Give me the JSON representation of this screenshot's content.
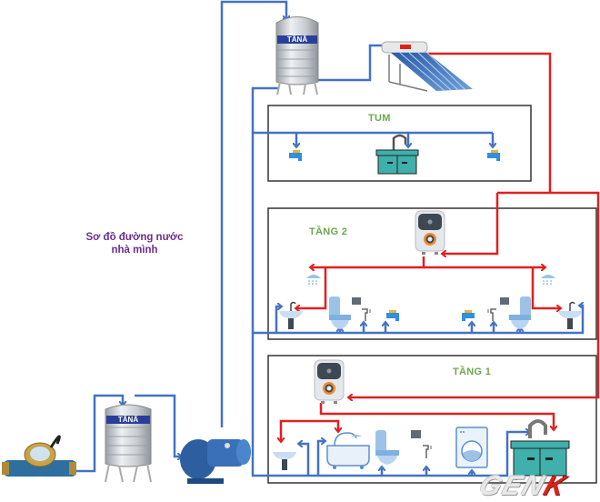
{
  "diagram": {
    "title_line1": "Sơ đồ đường nước",
    "title_line2": "nhà mình",
    "floors": [
      {
        "id": "tum",
        "label": "TUM"
      },
      {
        "id": "tang2",
        "label": "TẦNG 2"
      },
      {
        "id": "tang1",
        "label": "TẦNG 1"
      }
    ],
    "tank_brand": "TÂNÂ",
    "watermark": {
      "main": "GEN",
      "accent": "K"
    },
    "colors": {
      "cold_pipe": "#4472c4",
      "hot_pipe": "#e02020",
      "floor_border": "#333333",
      "title": "#6b2d8f",
      "floor_label": "#6aa84f",
      "fixture_light": "#9cc3e6",
      "cabinet": "#3fb0ab"
    },
    "components": [
      {
        "name": "water-meter",
        "label": "Water meter"
      },
      {
        "name": "ground-tank",
        "label": "Ground water tank"
      },
      {
        "name": "pump",
        "label": "Water pump"
      },
      {
        "name": "roof-tank",
        "label": "Roof water tank"
      },
      {
        "name": "solar-heater",
        "label": "Solar water heater"
      },
      {
        "name": "heater-tang2",
        "label": "Water heater (Tầng 2)"
      },
      {
        "name": "heater-tang1",
        "label": "Water heater (Tầng 1)"
      }
    ]
  }
}
